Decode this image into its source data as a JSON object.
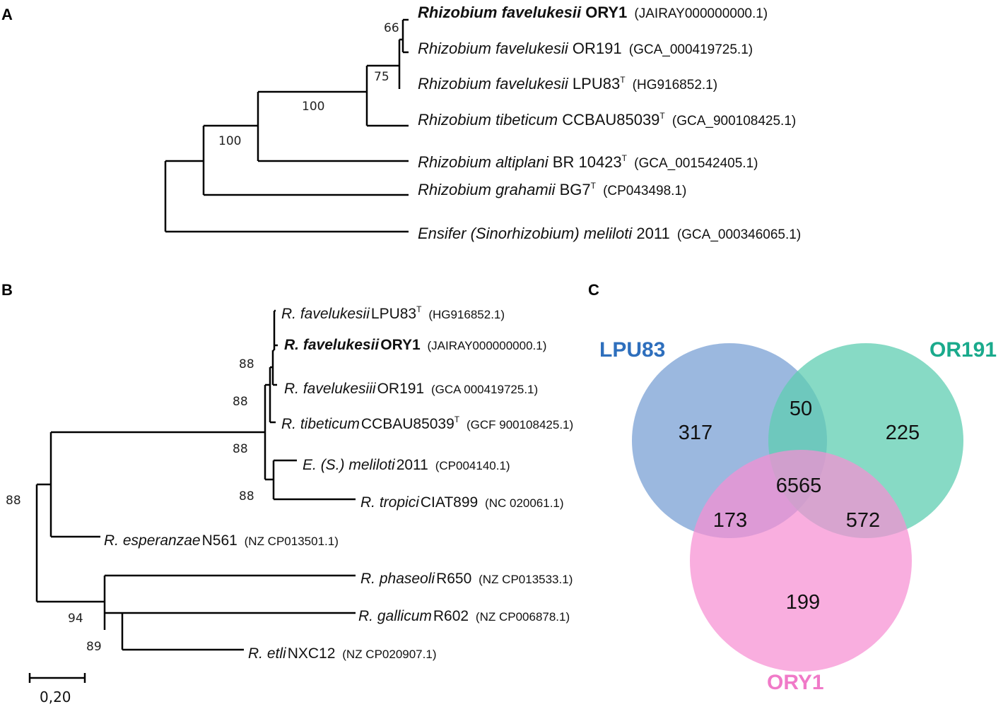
{
  "panels": {
    "a": {
      "letter": "A",
      "leaves": [
        {
          "genus": "Rhizobium",
          "species": "favelukesii",
          "strain": "ORY1",
          "type_sup": "",
          "accession": "(JAIRAY000000000.1)",
          "bold": true
        },
        {
          "genus": "Rhizobium",
          "species": "favelukesii",
          "strain": "OR191",
          "type_sup": "",
          "accession": "(GCA_000419725.1)",
          "bold": false
        },
        {
          "genus": "Rhizobium",
          "species": "favelukesii",
          "strain": "LPU83",
          "type_sup": "T",
          "accession": "(HG916852.1)",
          "bold": false
        },
        {
          "genus": "Rhizobium",
          "species": "tibeticum",
          "strain": "CCBAU85039",
          "type_sup": "T",
          "accession": "(GCA_900108425.1)",
          "bold": false
        },
        {
          "genus": "Rhizobium",
          "species": "altiplani",
          "strain": "BR 10423",
          "type_sup": "T",
          "accession": "(GCA_001542405.1)",
          "bold": false
        },
        {
          "genus": "Rhizobium",
          "species": "grahamii",
          "strain": "BG7",
          "type_sup": "T",
          "accession": "(CP043498.1)",
          "bold": false
        },
        {
          "genus": "Ensifer",
          "species": "(Sinorhizobium) meliloti",
          "strain": "2011",
          "type_sup": "",
          "accession": "(GCA_000346065.1)",
          "bold": false
        }
      ],
      "bootstrap": [
        "66",
        "75",
        "100",
        "100"
      ]
    },
    "b": {
      "letter": "B",
      "leaves": [
        {
          "genus": "R.",
          "species": "favelukesii",
          "strain": "LPU83",
          "type_sup": "T",
          "accession": "(HG916852.1)",
          "bold": false
        },
        {
          "genus": "R.",
          "species": "favelukesii",
          "strain": "ORY1",
          "type_sup": "",
          "accession": "(JAIRAY000000000.1)",
          "bold": true
        },
        {
          "genus": "R.",
          "species": "favelukesiii",
          "strain": "OR191",
          "type_sup": "",
          "accession": "(GCA 000419725.1)",
          "bold": false
        },
        {
          "genus": "R.",
          "species": "tibeticum",
          "strain": "CCBAU85039",
          "type_sup": "T",
          "accession": "(GCF 900108425.1)",
          "bold": false
        },
        {
          "genus": "E.",
          "species": "(S.) meliloti",
          "strain": "2011",
          "type_sup": "",
          "accession": "(CP004140.1)",
          "bold": false
        },
        {
          "genus": "R.",
          "species": "tropici",
          "strain": "CIAT899",
          "type_sup": "",
          "accession": "(NC 020061.1)",
          "bold": false
        },
        {
          "genus": "R.",
          "species": "esperanzae",
          "strain": "N561",
          "type_sup": "",
          "accession": "(NZ CP013501.1)",
          "bold": false
        },
        {
          "genus": "R.",
          "species": "phaseoli",
          "strain": "R650",
          "type_sup": "",
          "accession": "(NZ CP013533.1)",
          "bold": false
        },
        {
          "genus": "R.",
          "species": "gallicum",
          "strain": "R602",
          "type_sup": "",
          "accession": "(NZ CP006878.1)",
          "bold": false
        },
        {
          "genus": "R.",
          "species": "etli",
          "strain": "NXC12",
          "type_sup": "",
          "accession": "(NZ CP020907.1)",
          "bold": false
        }
      ],
      "bootstrap": [
        "88",
        "88",
        "88",
        "88",
        "88",
        "94",
        "89"
      ],
      "scale_label": "0,20"
    },
    "c": {
      "letter": "C",
      "sets": [
        {
          "name": "LPU83",
          "color": "#2e6fbd",
          "fill": "#7fa4d6"
        },
        {
          "name": "OR191",
          "color": "#1aaa8c",
          "fill": "#5fcdb1"
        },
        {
          "name": "ORY1",
          "color": "#f07ac8",
          "fill": "#f78fd3"
        }
      ],
      "counts": {
        "lpu83_only": "317",
        "lpu83_or191": "50",
        "or191_only": "225",
        "all_three": "6565",
        "lpu83_ory1": "173",
        "or191_ory1": "572",
        "ory1_only": "199"
      }
    }
  }
}
